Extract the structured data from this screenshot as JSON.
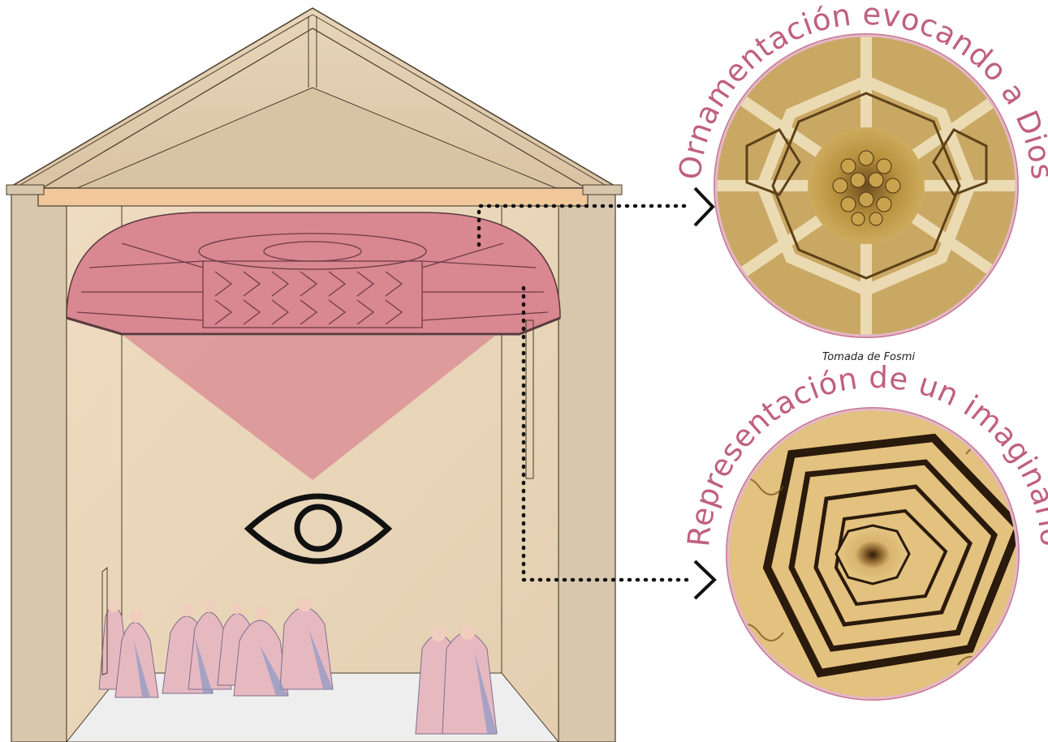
{
  "captions": {
    "top": "Ornamentación  evocando a Dios",
    "bottom": "Representación de un imaginario"
  },
  "credit": "Tomada de Fosmi",
  "icons": {
    "eye": "eye-icon",
    "arrow": "chevron-right-icon"
  },
  "colors": {
    "wall": "#e9d7bd",
    "ceiling": "#d98791",
    "caption": "#c06080",
    "ring": "#c87692"
  }
}
